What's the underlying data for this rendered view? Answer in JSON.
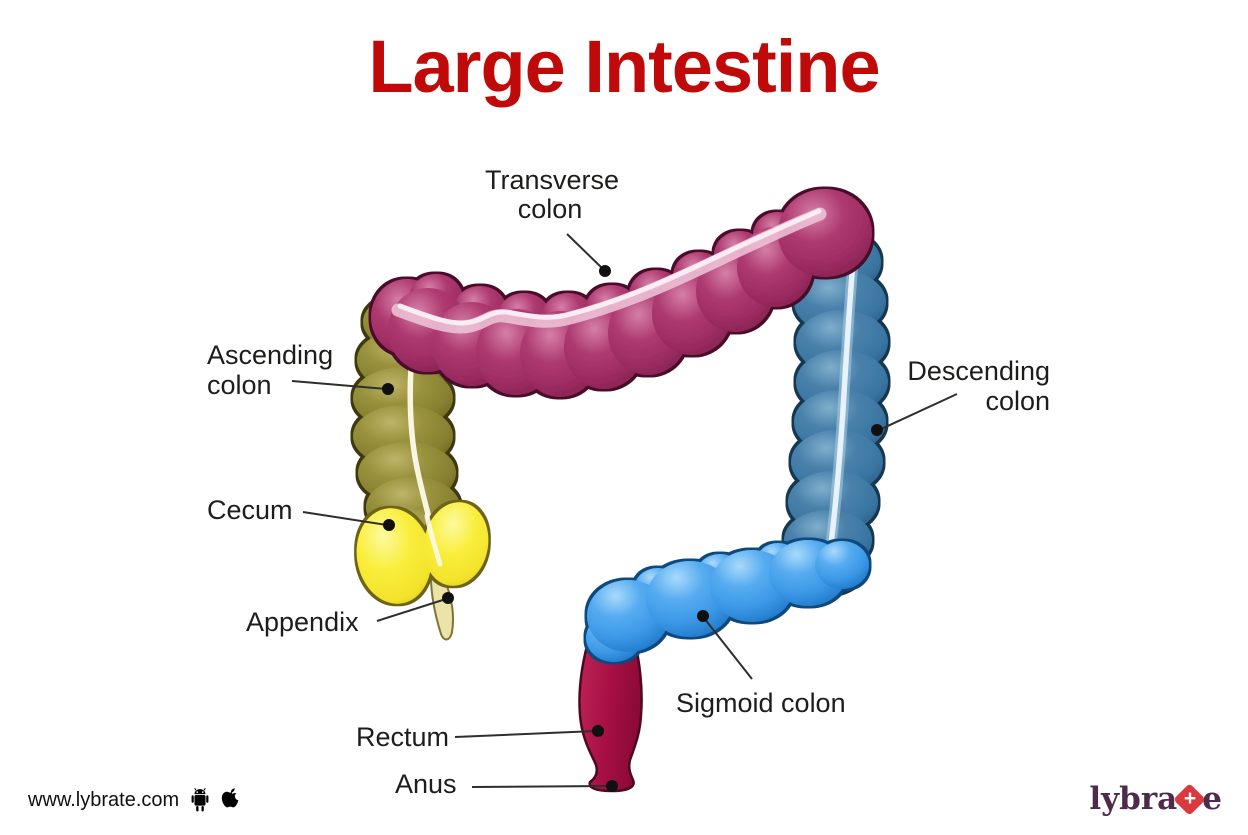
{
  "title": {
    "text": "Large Intestine",
    "color": "#c00a0a"
  },
  "labels": {
    "transverse": {
      "line1": "Transverse",
      "line2": "colon"
    },
    "ascending": {
      "line1": "Ascending",
      "line2": "colon"
    },
    "descending": {
      "line1": "Descending",
      "line2": "colon"
    },
    "cecum": {
      "text": "Cecum"
    },
    "appendix": {
      "text": "Appendix"
    },
    "sigmoid": {
      "text": "Sigmoid colon"
    },
    "rectum": {
      "text": "Rectum"
    },
    "anus": {
      "text": "Anus"
    }
  },
  "parts": [
    {
      "name": "Transverse colon",
      "color": "#a8306a"
    },
    {
      "name": "Ascending colon",
      "color": "#8f8533"
    },
    {
      "name": "Descending colon",
      "color": "#3a79a6"
    },
    {
      "name": "Sigmoid colon",
      "color": "#3e9ef0"
    },
    {
      "name": "Cecum",
      "color": "#f8ec3a"
    },
    {
      "name": "Appendix",
      "color": "#ece3a9"
    },
    {
      "name": "Rectum",
      "color": "#a80f44"
    },
    {
      "name": "Anus",
      "color": "#a80f44"
    }
  ],
  "footer": {
    "website": "www.lybrate.com",
    "android_icon": "android-icon",
    "apple_icon": "apple-icon",
    "logo": {
      "text_before": "lybra",
      "text_after": "e",
      "plus_symbol": "+",
      "text_color": "#4e2a4b",
      "plus_bg": "#d83a3f"
    }
  }
}
